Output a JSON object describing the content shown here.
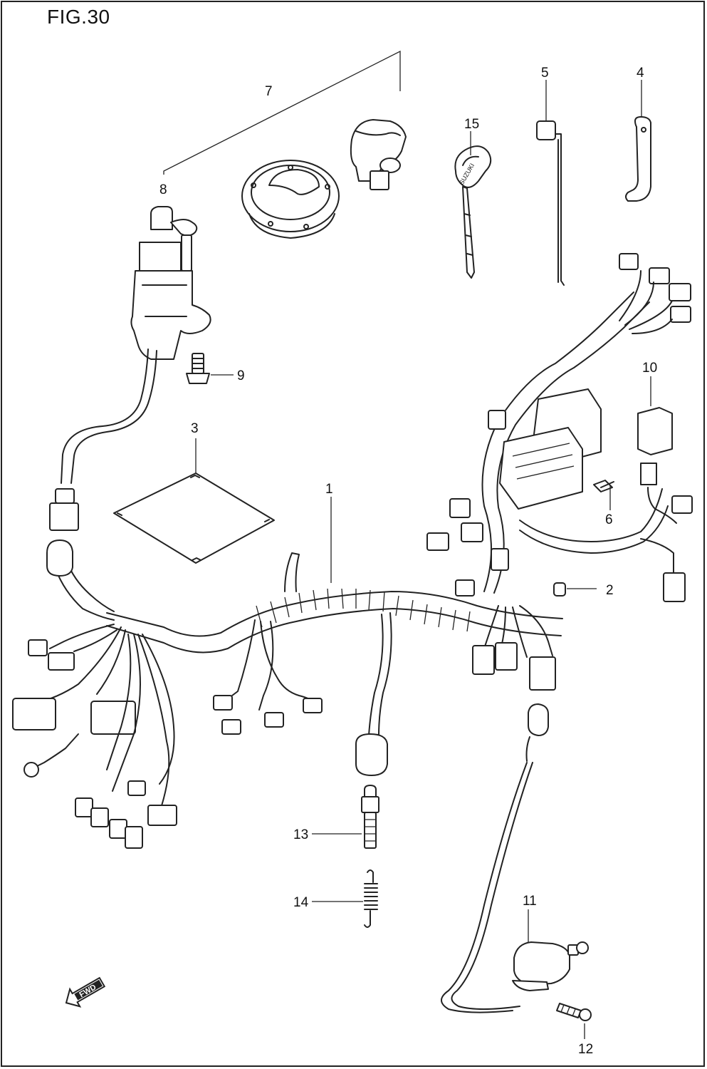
{
  "figure": {
    "title": "FIG.30"
  },
  "callouts": [
    {
      "id": "1",
      "label": "1"
    },
    {
      "id": "2",
      "label": "2"
    },
    {
      "id": "3",
      "label": "3"
    },
    {
      "id": "4",
      "label": "4"
    },
    {
      "id": "5",
      "label": "5"
    },
    {
      "id": "6",
      "label": "6"
    },
    {
      "id": "7",
      "label": "7"
    },
    {
      "id": "8",
      "label": "8"
    },
    {
      "id": "9",
      "label": "9"
    },
    {
      "id": "10",
      "label": "10"
    },
    {
      "id": "11",
      "label": "11"
    },
    {
      "id": "12",
      "label": "12"
    },
    {
      "id": "13",
      "label": "13"
    },
    {
      "id": "14",
      "label": "14"
    },
    {
      "id": "15",
      "label": "15"
    }
  ],
  "key_text": "SUZUKI",
  "direction_badge": "FWD"
}
